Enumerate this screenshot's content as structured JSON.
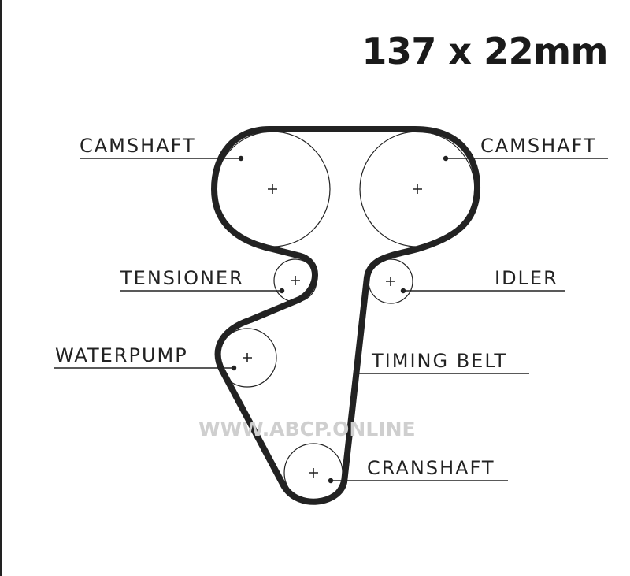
{
  "title": "137 x 22mm",
  "watermark": "WWW.ABCP.ONLINE",
  "colors": {
    "belt": "#222222",
    "text": "#222222",
    "watermark": "#cfcfcf",
    "background": "#ffffff"
  },
  "labels": {
    "camshaft_left": "CAMSHAFT",
    "camshaft_right": "CAMSHAFT",
    "tensioner": "TENSIONER",
    "idler": "IDLER",
    "waterpump": "WATERPUMP",
    "timing_belt": "TIMING BELT",
    "crankshaft": "CRANSHAFT"
  }
}
